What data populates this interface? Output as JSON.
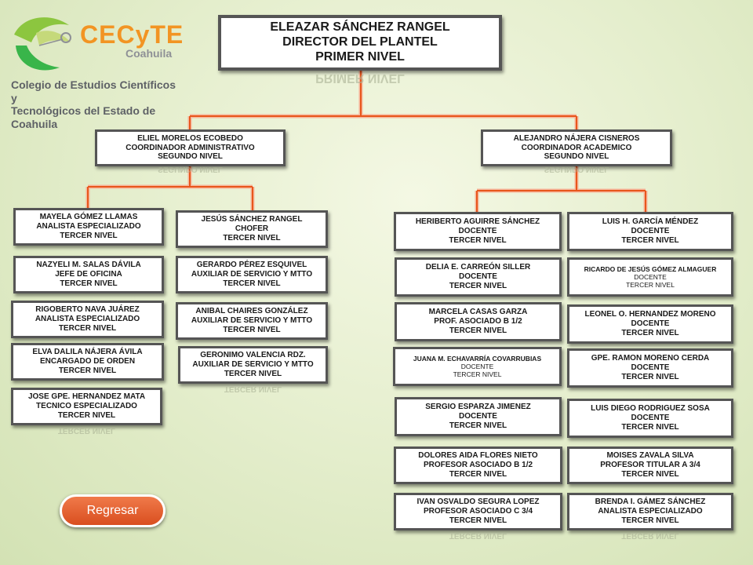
{
  "header": {
    "logo_brand": "CECyTE",
    "logo_state": "Coahuila",
    "logo_text_line1": "Colegio de Estudios Científicos y",
    "logo_text_line2": "Tecnológicos del Estado de Coahuila"
  },
  "director": {
    "name": "ELEAZAR SÁNCHEZ RANGEL",
    "role": "DIRECTOR DEL PLANTEL",
    "level": "PRIMER NIVEL"
  },
  "coord_admin": {
    "name": "ELIEL MORELOS ECOBEDO",
    "role": "COORDINADOR ADMINISTRATIVO",
    "level": "SEGUNDO NIVEL"
  },
  "coord_acad": {
    "name": "ALEJANDRO NÁJERA CISNEROS",
    "role": "COORDINADOR ACADEMICO",
    "level": "SEGUNDO NIVEL"
  },
  "admin_col1": [
    {
      "name": "MAYELA GÓMEZ LLAMAS",
      "role": "ANALISTA ESPECIALIZADO",
      "level": "TERCER NIVEL"
    },
    {
      "name": "NAZYELI M. SALAS DÁVILA",
      "role": "JEFE DE OFICINA",
      "level": "TERCER NIVEL"
    },
    {
      "name": "RIGOBERTO NAVA JUÁREZ",
      "role": "ANALISTA ESPECIALIZADO",
      "level": "TERCER NIVEL"
    },
    {
      "name": "ELVA DALILA NÁJERA ÁVILA",
      "role": "ENCARGADO DE ORDEN",
      "level": "TERCER NIVEL"
    },
    {
      "name": "JOSE GPE. HERNANDEZ MATA",
      "role": "TECNICO ESPECIALIZADO",
      "level": "TERCER NIVEL"
    }
  ],
  "admin_col2": [
    {
      "name": "JESÚS SÁNCHEZ RANGEL",
      "role": "CHOFER",
      "level": "TERCER NIVEL"
    },
    {
      "name": "GERARDO PÉREZ ESQUIVEL",
      "role": "AUXILIAR DE SERVICIO Y MTTO",
      "level": "TERCER NIVEL"
    },
    {
      "name": "ANIBAL CHAIRES GONZÁLEZ",
      "role": "AUXILIAR DE SERVICIO Y MTTO",
      "level": "TERCER NIVEL"
    },
    {
      "name": "GERONIMO VALENCIA RDZ.",
      "role": "AUXILIAR DE SERVICIO Y MTTO",
      "level": "TERCER NIVEL"
    }
  ],
  "acad_col1": [
    {
      "name": "HERIBERTO AGUIRRE SÁNCHEZ",
      "role": "DOCENTE",
      "level": "TERCER NIVEL"
    },
    {
      "name": "DELIA E. CARREÓN SILLER",
      "role": "DOCENTE",
      "level": "TERCER NIVEL"
    },
    {
      "name": "MARCELA CASAS GARZA",
      "role": "PROF. ASOCIADO B 1/2",
      "level": "TERCER NIVEL"
    },
    {
      "name": "JUANA M. ECHAVARRÍA COVARRUBIAS",
      "role": "DOCENTE",
      "level": "TERCER NIVEL"
    },
    {
      "name": "SERGIO ESPARZA JIMENEZ",
      "role": "DOCENTE",
      "level": "TERCER NIVEL"
    },
    {
      "name": "DOLORES AIDA FLORES NIETO",
      "role": "PROFESOR ASOCIADO B 1/2",
      "level": "TERCER NIVEL"
    },
    {
      "name": "IVAN OSVALDO SEGURA LOPEZ",
      "role": "PROFESOR ASOCIADO C 3/4",
      "level": "TERCER NIVEL"
    }
  ],
  "acad_col2": [
    {
      "name": "LUIS H. GARCÍA MÉNDEZ",
      "role": "DOCENTE",
      "level": "TERCER NIVEL"
    },
    {
      "name": "RICARDO DE JESÚS GÓMEZ ALMAGUER",
      "role": "DOCENTE",
      "level": "TERCER NIVEL"
    },
    {
      "name": "LEONEL O. HERNANDEZ MORENO",
      "role": "DOCENTE",
      "level": "TERCER NIVEL"
    },
    {
      "name": "GPE. RAMON MORENO CERDA",
      "role": "DOCENTE",
      "level": "TERCER NIVEL"
    },
    {
      "name": "LUIS DIEGO RODRIGUEZ SOSA",
      "role": "DOCENTE",
      "level": "TERCER NIVEL"
    },
    {
      "name": "MOISES ZAVALA SILVA",
      "role": "PROFESOR TITULAR A 3/4",
      "level": "TERCER NIVEL"
    },
    {
      "name": "BRENDA I. GÁMEZ SÁNCHEZ",
      "role": "ANALISTA ESPECIALIZADO",
      "level": "TERCER NIVEL"
    }
  ],
  "back_button": {
    "label": "Regresar"
  },
  "colors": {
    "connector": "#e8561c",
    "connector_light": "#f6b59a",
    "box_border": "#555555",
    "button": "#e35d2a"
  }
}
